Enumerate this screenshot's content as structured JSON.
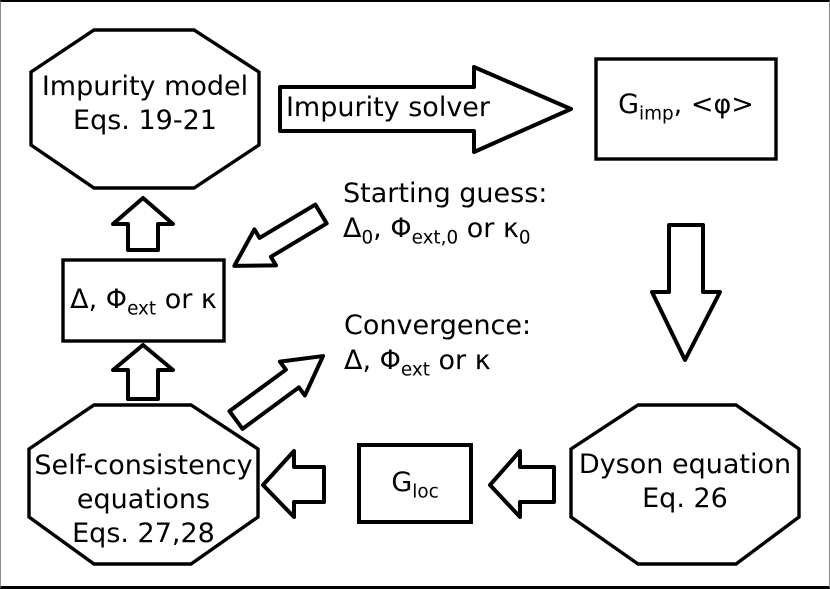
{
  "colors": {
    "stroke": "#000000",
    "background": "#ffffff"
  },
  "nodes": {
    "impurity_model": {
      "line1": "Impurity model",
      "line2": "Eqs. 19-21"
    },
    "impurity_solver": {
      "label": "Impurity solver"
    },
    "g_imp": {
      "base": "G",
      "sub": "imp",
      "rest": ", <φ>"
    },
    "dyson": {
      "line1": "Dyson equation",
      "line2": "Eq. 26"
    },
    "g_loc": {
      "base": "G",
      "sub": "loc"
    },
    "self_consistency": {
      "line1": "Self-consistency",
      "line2": "equations",
      "line3": "Eqs. 27,28"
    },
    "delta_box": {
      "p1": "Δ, Φ",
      "s1": "ext",
      "p2": " or κ"
    }
  },
  "annotations": {
    "starting_guess": {
      "title": "Starting guess:",
      "p1": "Δ",
      "s1": "0",
      "p2": ", Φ",
      "s2": "ext,0",
      "p3": " or κ",
      "s3": "0"
    },
    "convergence": {
      "title": "Convergence:",
      "p1": "Δ, Φ",
      "s1": "ext",
      "p2": " or κ"
    }
  }
}
